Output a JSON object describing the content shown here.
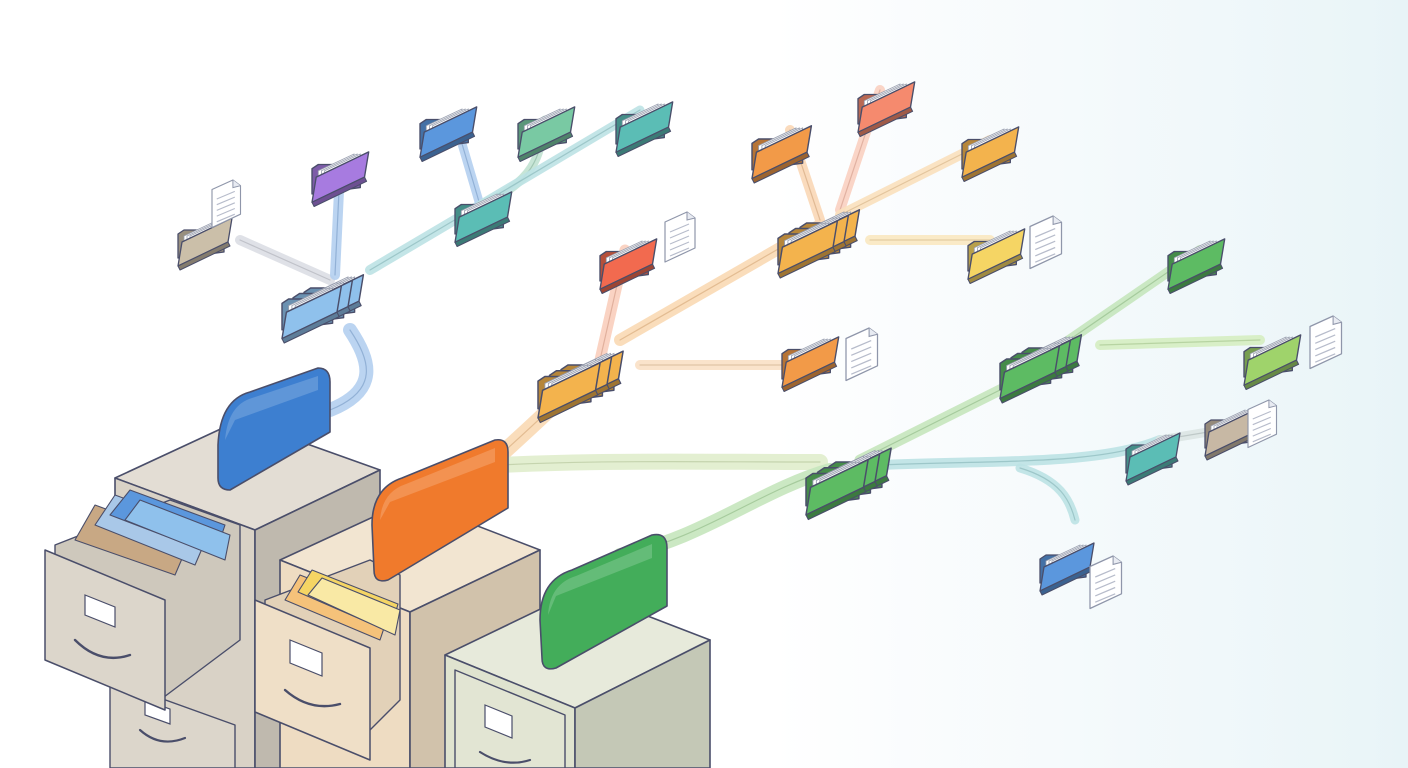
{
  "colors": {
    "background": "#ffffff",
    "background_edge": "#e9f5f8",
    "cabinet_gray": "#d9d2c6",
    "cabinet_peach": "#eedcc2",
    "cabinet_sage": "#dfe3cf",
    "outline": "#4a4e6a"
  },
  "cabinets": [
    {
      "name": "gray-cabinet",
      "tab_color": "#3d7fd0",
      "icon": "filing-cabinet-icon"
    },
    {
      "name": "peach-cabinet",
      "tab_color": "#f07a2c",
      "icon": "filing-cabinet-icon"
    },
    {
      "name": "sage-cabinet",
      "tab_color": "#43ad5a",
      "icon": "filing-cabinet-icon"
    }
  ],
  "branches": [
    {
      "name": "blue-branch",
      "color": "#8bb5e6",
      "icon": "folder-tree-icon"
    },
    {
      "name": "orange-branch",
      "color": "#f8c58c",
      "icon": "folder-tree-icon"
    },
    {
      "name": "green-branch",
      "color": "#a6d99a",
      "icon": "folder-tree-icon"
    },
    {
      "name": "teal-branch",
      "color": "#9ad3d6",
      "icon": "folder-tree-icon"
    }
  ],
  "folder_colors": {
    "blue": "#5b97dd",
    "light_blue": "#8fc1ec",
    "purple": "#a77be0",
    "teal": "#5bbdb5",
    "mint": "#79c9a3",
    "tan": "#cbbfa9",
    "coral": "#f26a4f",
    "salmon": "#f58a6e",
    "orange": "#f29a48",
    "amber": "#f3b34d",
    "yellow": "#f5d564",
    "green": "#5dbb63",
    "lime": "#9fd36b",
    "taupe": "#c7b8a4"
  }
}
